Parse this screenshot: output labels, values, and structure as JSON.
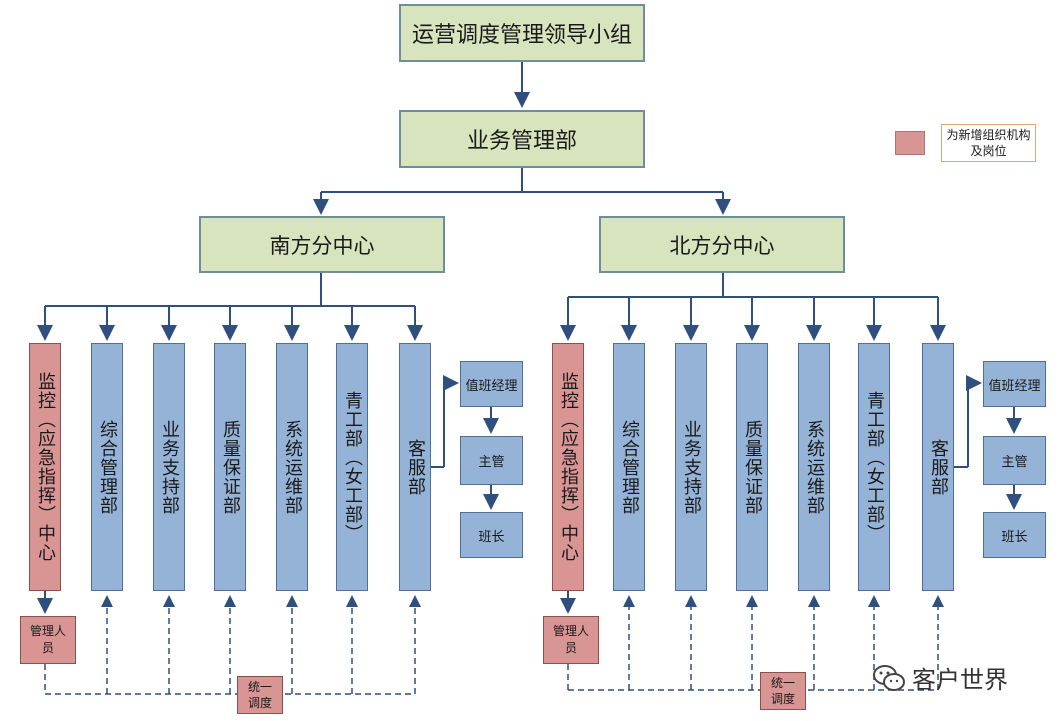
{
  "top": "运营调度管理领导小组",
  "business": "业务管理部",
  "south": {
    "title": "南方分中心",
    "columns": [
      "监控（应急指挥）中心",
      "综合管理部",
      "业务支持部",
      "质量保证部",
      "系统运维部",
      "青工部（女工部）",
      "客服部"
    ],
    "duty": [
      "值班经理",
      "主管",
      "班长"
    ],
    "staff": "管理人员",
    "unified": "统一调度"
  },
  "north": {
    "title": "北方分中心",
    "columns": [
      "监控（应急指挥）中心",
      "综合管理部",
      "业务支持部",
      "质量保证部",
      "系统运维部",
      "青工部（女工部）",
      "客服部"
    ],
    "duty": [
      "值班经理",
      "主管",
      "班长"
    ],
    "staff": "管理人员",
    "unified": "统一调度"
  },
  "legend": "为新增组织机构及岗位",
  "watermark": "客户世界",
  "colors": {
    "green": "#d7e4bd",
    "blue": "#95b3d7",
    "red": "#d99594",
    "line": "#2f4f7f"
  }
}
